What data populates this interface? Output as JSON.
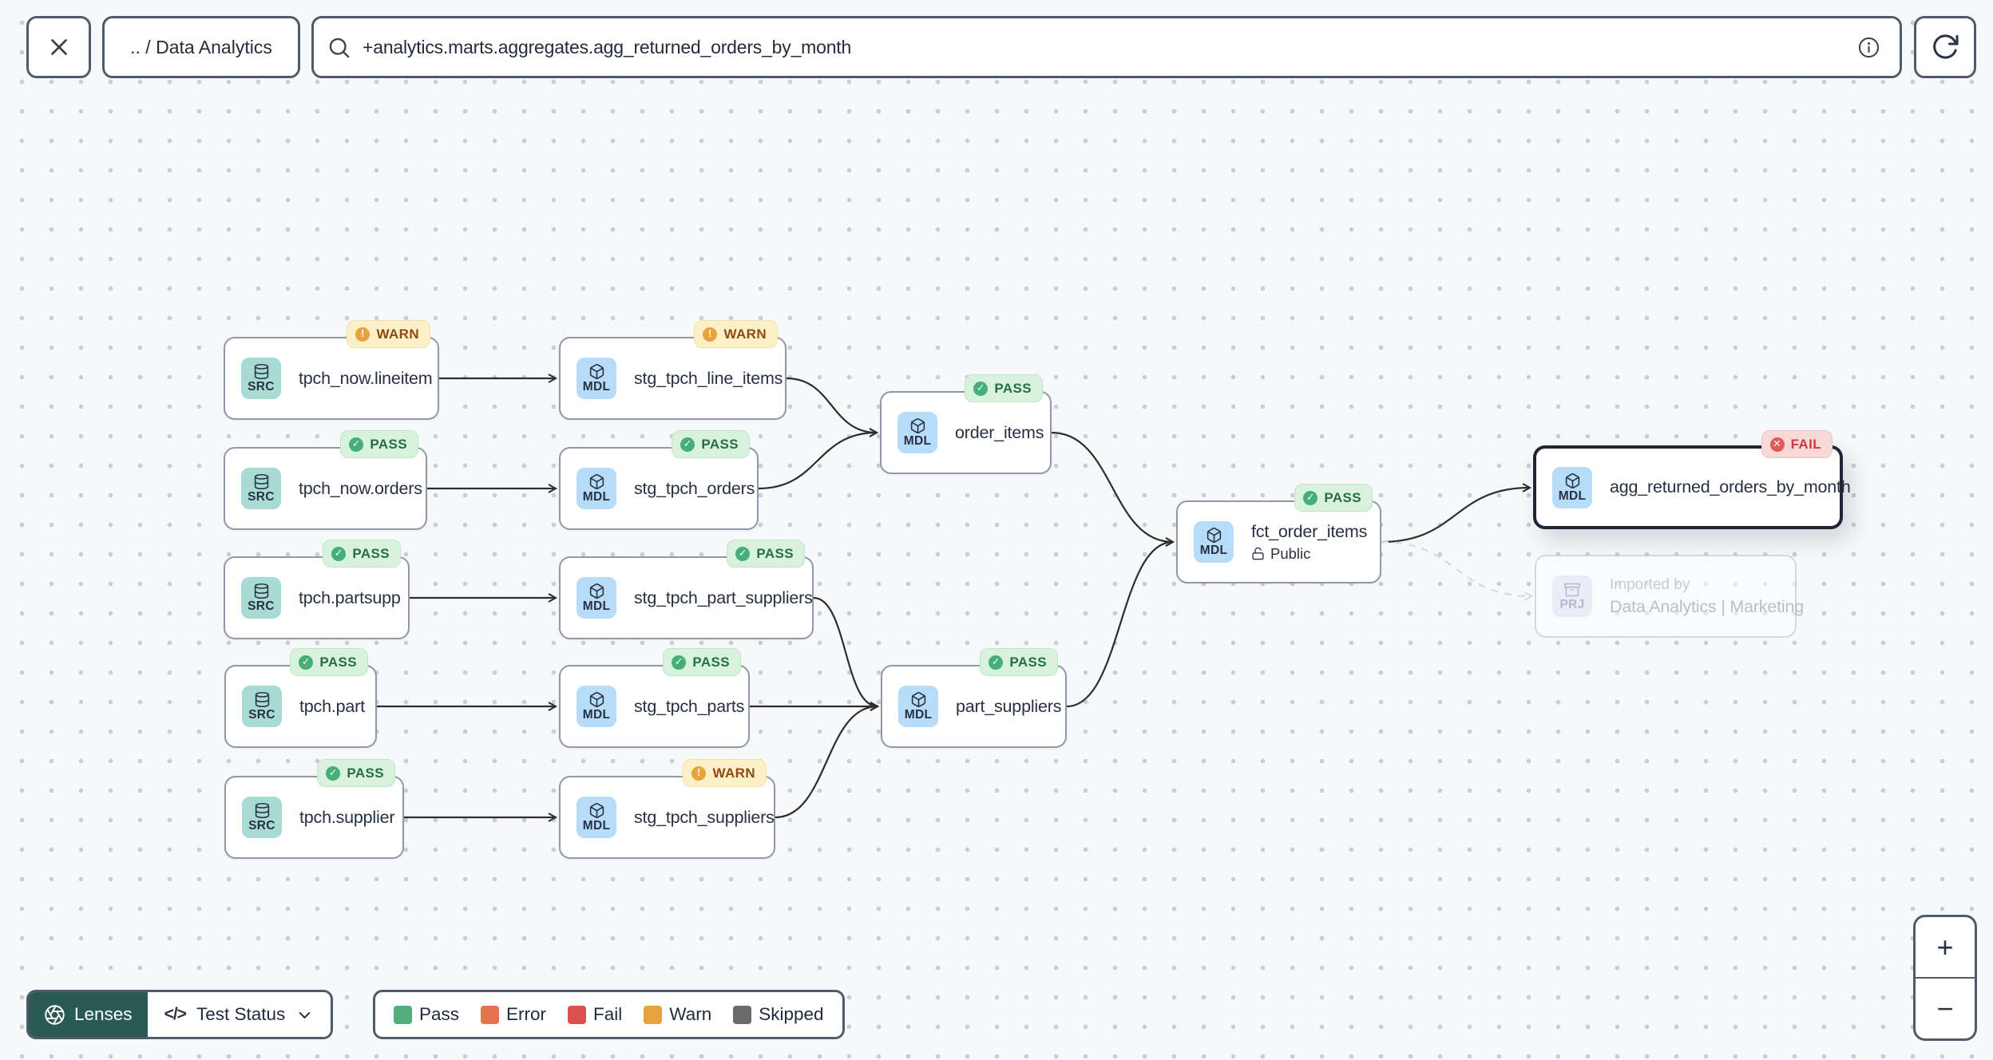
{
  "topbar": {
    "breadcrumb": ".. / Data Analytics",
    "search_value": "+analytics.marts.aggregates.agg_returned_orders_by_month",
    "icons": {
      "close": "x-icon",
      "search": "magnifier-icon",
      "info": "info-circle-icon",
      "refresh": "refresh-arrow-icon"
    }
  },
  "badge_glyphs": {
    "PASS": "✓",
    "WARN": "!",
    "FAIL": "✕"
  },
  "nodes": [
    {
      "kind": "SRC",
      "label": "tpch_now.lineitem",
      "badge": "WARN"
    },
    {
      "kind": "MDL",
      "label": "stg_tpch_line_items",
      "badge": "WARN"
    },
    {
      "kind": "SRC",
      "label": "tpch_now.orders",
      "badge": "PASS"
    },
    {
      "kind": "MDL",
      "label": "stg_tpch_orders",
      "badge": "PASS"
    },
    {
      "kind": "SRC",
      "label": "tpch.partsupp",
      "badge": "PASS"
    },
    {
      "kind": "MDL",
      "label": "stg_tpch_part_suppliers",
      "badge": "PASS"
    },
    {
      "kind": "SRC",
      "label": "tpch.part",
      "badge": "PASS"
    },
    {
      "kind": "MDL",
      "label": "stg_tpch_parts",
      "badge": "PASS"
    },
    {
      "kind": "SRC",
      "label": "tpch.supplier",
      "badge": "PASS"
    },
    {
      "kind": "MDL",
      "label": "stg_tpch_suppliers",
      "badge": "WARN"
    },
    {
      "kind": "MDL",
      "label": "order_items",
      "badge": "PASS"
    },
    {
      "kind": "MDL",
      "label": "part_suppliers",
      "badge": "PASS"
    },
    {
      "kind": "MDL",
      "label": "fct_order_items",
      "badge": "PASS",
      "visibility": "Public"
    },
    {
      "kind": "MDL",
      "label": "agg_returned_orders_by_month",
      "badge": "FAIL",
      "selected": true
    },
    {
      "kind": "PRJ",
      "title": "Imported by",
      "label": "Data Analytics | Marketing",
      "faded": true
    }
  ],
  "footer": {
    "lenses_label": "Lenses",
    "lenses_icon": "aperture-icon",
    "lens_selected": "Test Status",
    "code_glyph": "</>",
    "chevron_icon": "chevron-down-icon",
    "legend": {
      "items": [
        {
          "label": "Pass",
          "color": "#53ad7e"
        },
        {
          "label": "Error",
          "color": "#e4744c"
        },
        {
          "label": "Fail",
          "color": "#da5150"
        },
        {
          "label": "Warn",
          "color": "#e5a43d"
        },
        {
          "label": "Skipped",
          "color": "#6b6b6b"
        }
      ]
    }
  },
  "zoom_controls": {
    "zoom_in": "+",
    "zoom_out": "−"
  },
  "colors": {
    "canvas_bg": "#f7f8fa",
    "dot_grid": "#c9cdd6",
    "control_border": "#4f5a6a",
    "node_border": "#9099a8",
    "selected_border": "#1e2635",
    "edge": "#2d2d2d",
    "edge_faded": "#d6d9e2",
    "src_icon_bg": "#a9dbd5",
    "mdl_icon_bg": "#b6dcfa",
    "prj_icon_bg": "#ececf8",
    "lenses_bg": "#2a5b52",
    "pass_bg": "#d9f2dd",
    "pass_fg": "#266e43",
    "pass_dot": "#48ae79",
    "warn_bg": "#fcf0c8",
    "warn_fg": "#8f4a11",
    "warn_dot": "#e9a33c",
    "fail_bg": "#f9d8d8",
    "fail_fg": "#c73e3e",
    "fail_dot": "#df5a58"
  }
}
